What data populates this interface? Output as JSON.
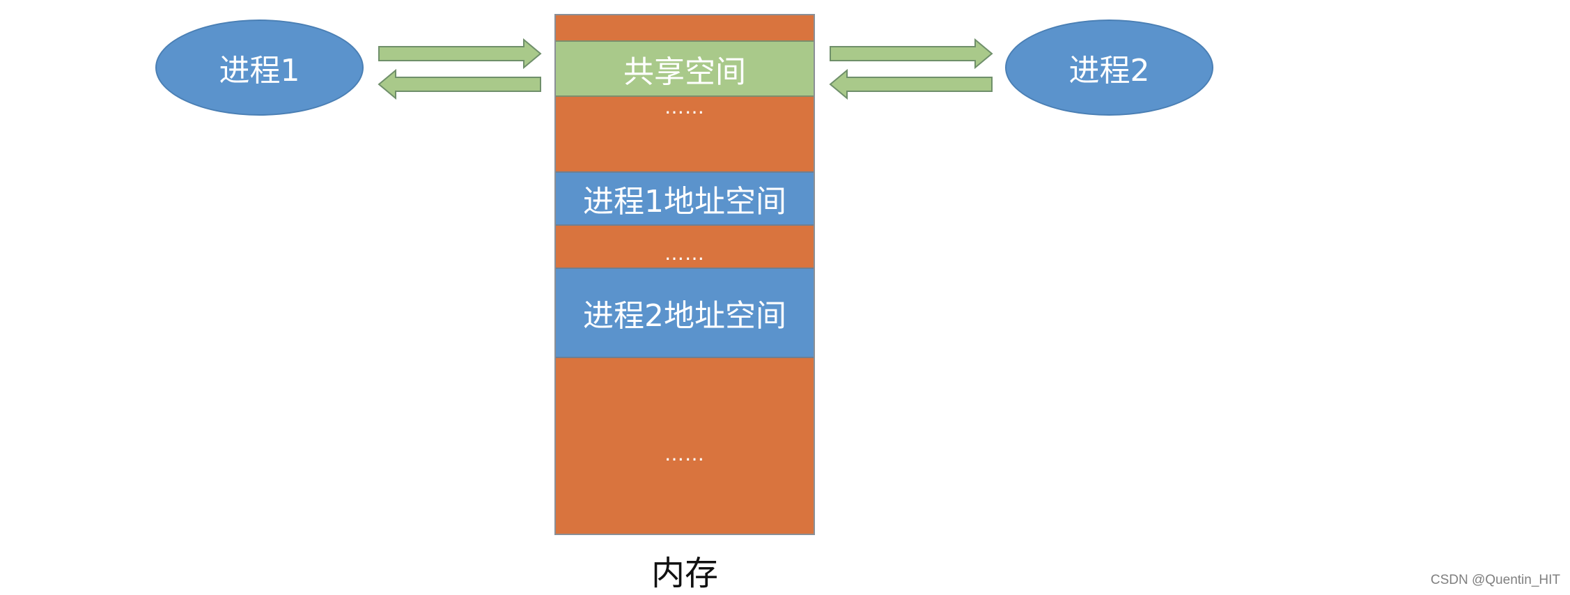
{
  "process1": {
    "label": "进程1"
  },
  "process2": {
    "label": "进程2"
  },
  "memory": {
    "label": "内存",
    "shared_space": "共享空间",
    "process1_space": "进程1地址空间",
    "process2_space": "进程2地址空间",
    "ellipsis": "……"
  },
  "watermark": "CSDN @Quentin_HIT",
  "colors": {
    "process": "#5b93cc",
    "memory_free": "#d9743e",
    "shared": "#a9c98a",
    "arrow": "#a9c98a",
    "arrow_stroke": "#6f8f6a"
  }
}
